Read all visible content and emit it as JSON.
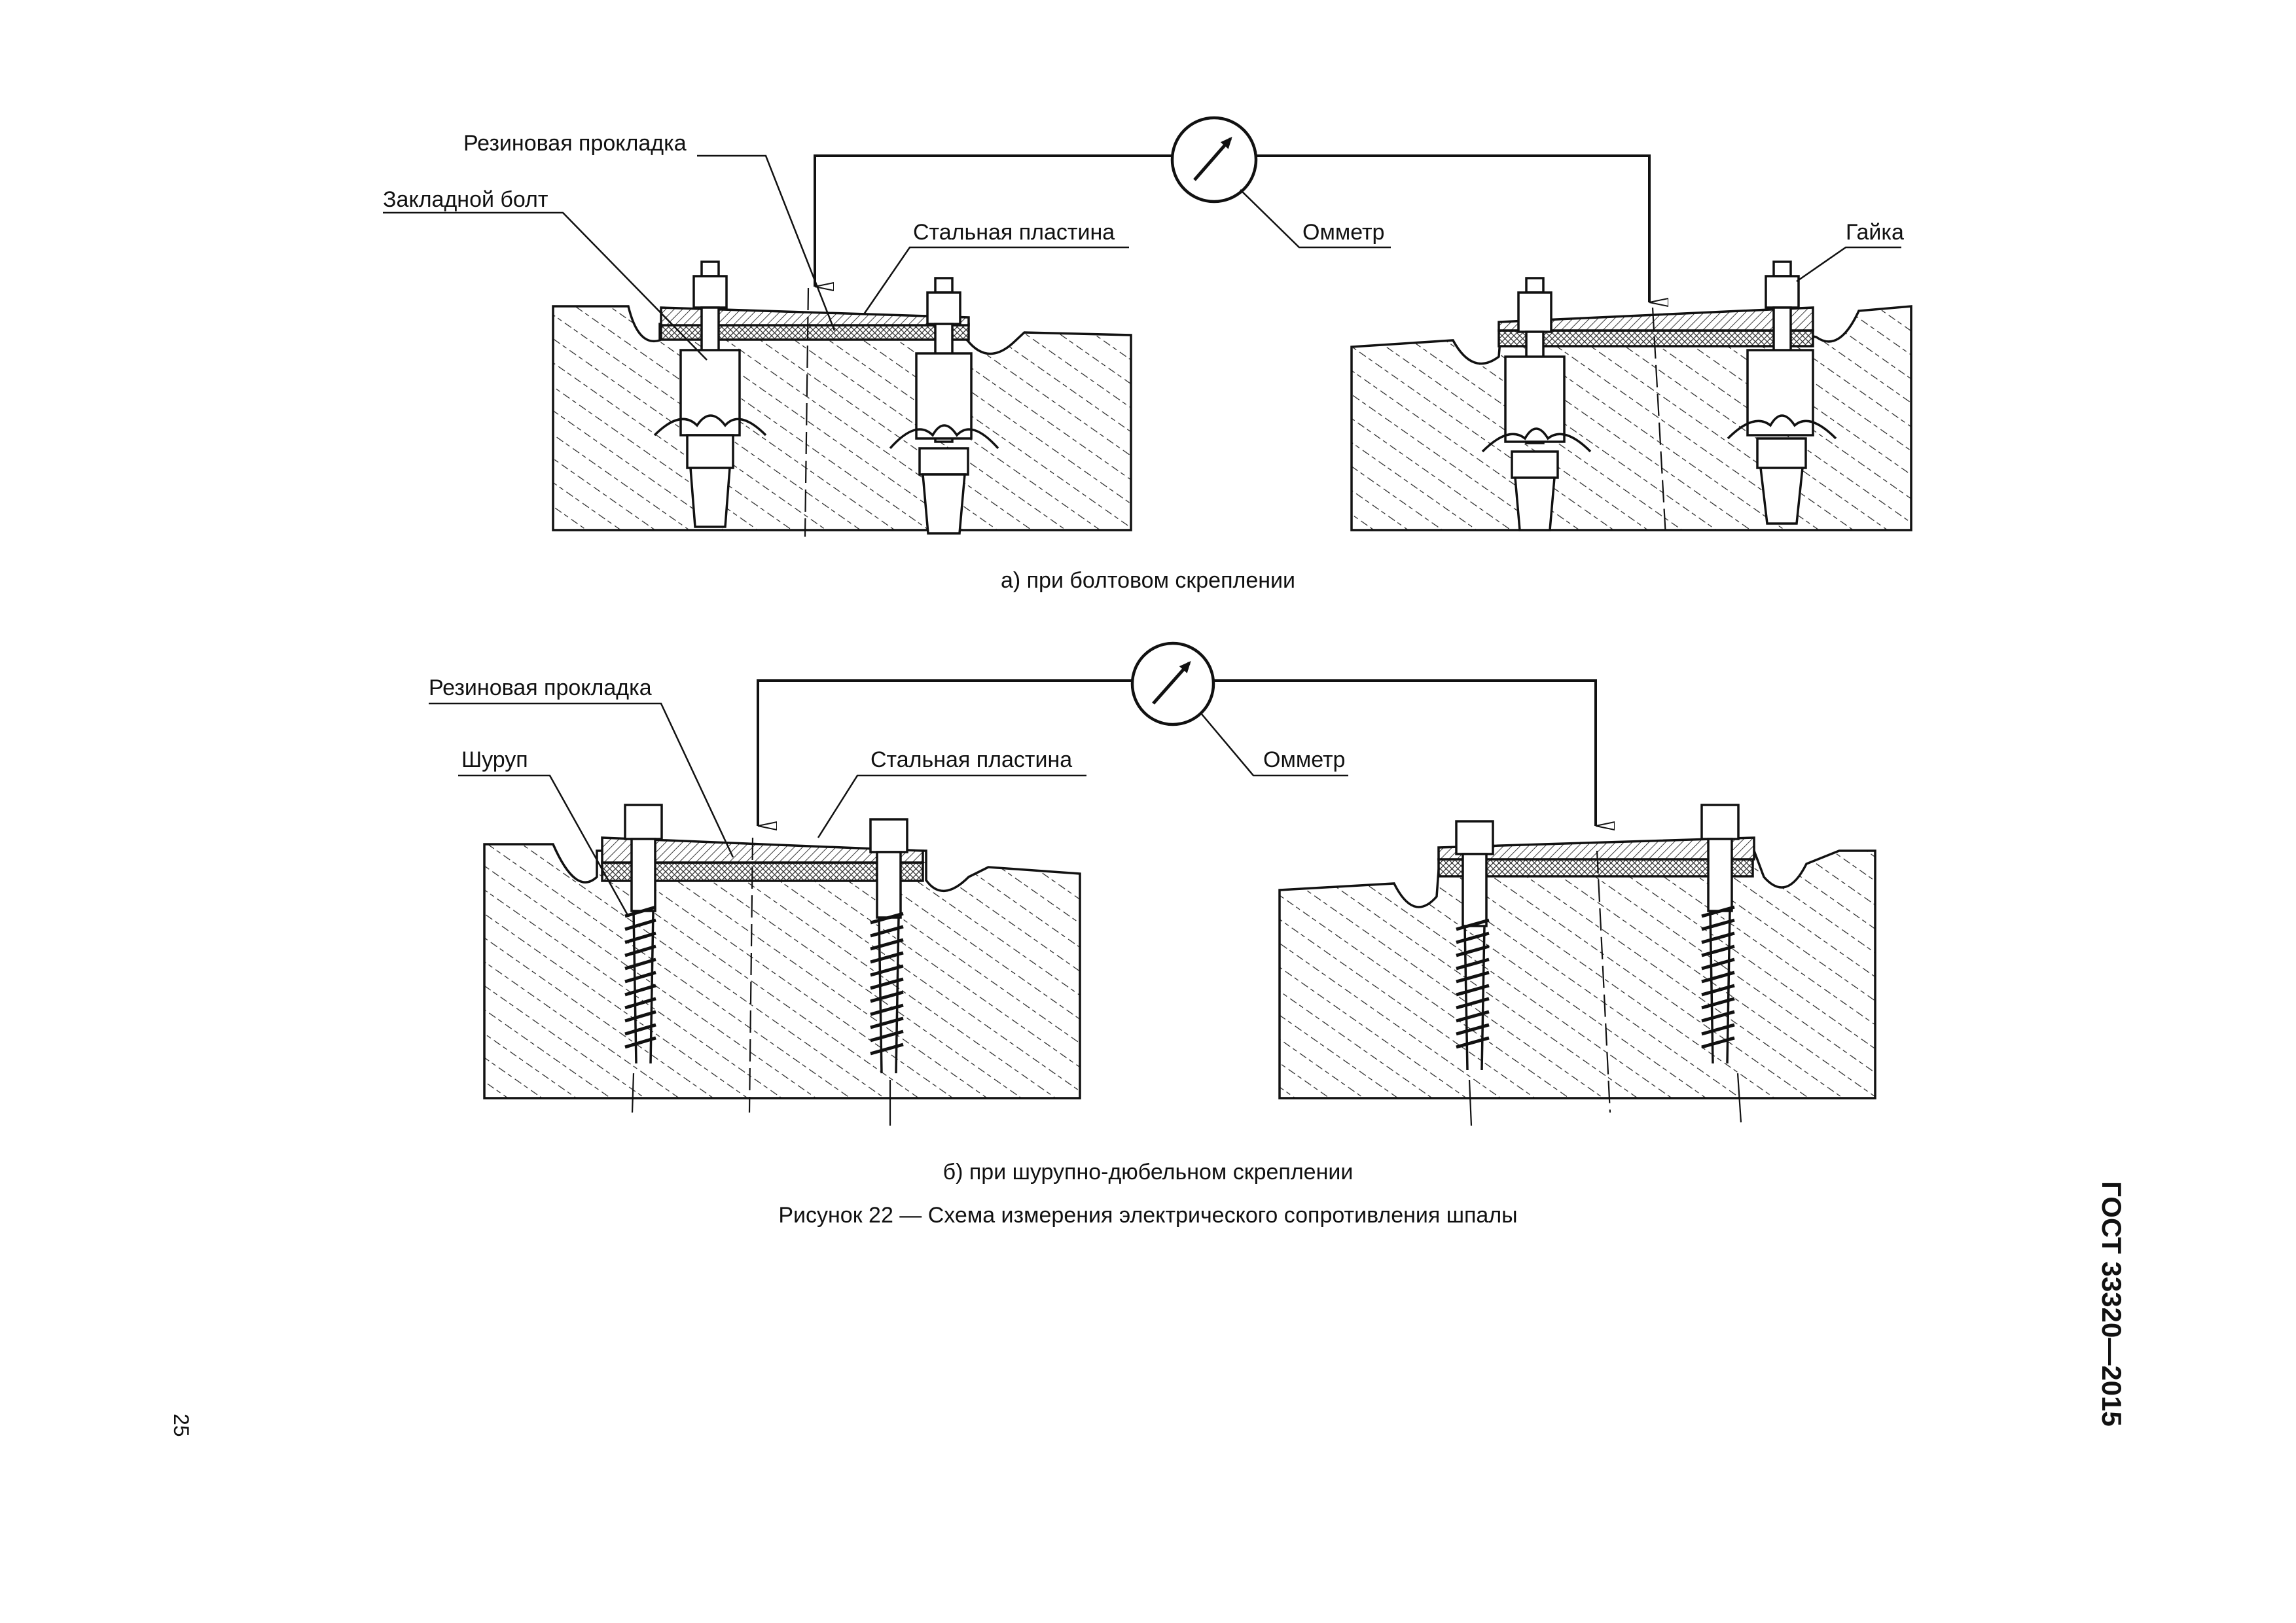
{
  "figure": {
    "panel_a": {
      "labels": {
        "rubber_pad": "Резиновая прокладка",
        "anchor_bolt": "Закладной болт",
        "steel_plate": "Стальная пластина",
        "ohmmeter": "Омметр",
        "nut": "Гайка"
      },
      "caption": "а)  при болтовом скреплении"
    },
    "panel_b": {
      "labels": {
        "rubber_pad": "Резиновая прокладка",
        "screw": "Шуруп",
        "steel_plate": "Стальная пластина",
        "ohmmeter": "Омметр"
      },
      "caption": "б)  при шурупно-дюбельном скреплении"
    },
    "title": "Рисунок  22 — Схема измерения электрического сопротивления шпалы"
  },
  "page": {
    "standard_code": "ГОСТ 33320—2015",
    "number": "25"
  }
}
